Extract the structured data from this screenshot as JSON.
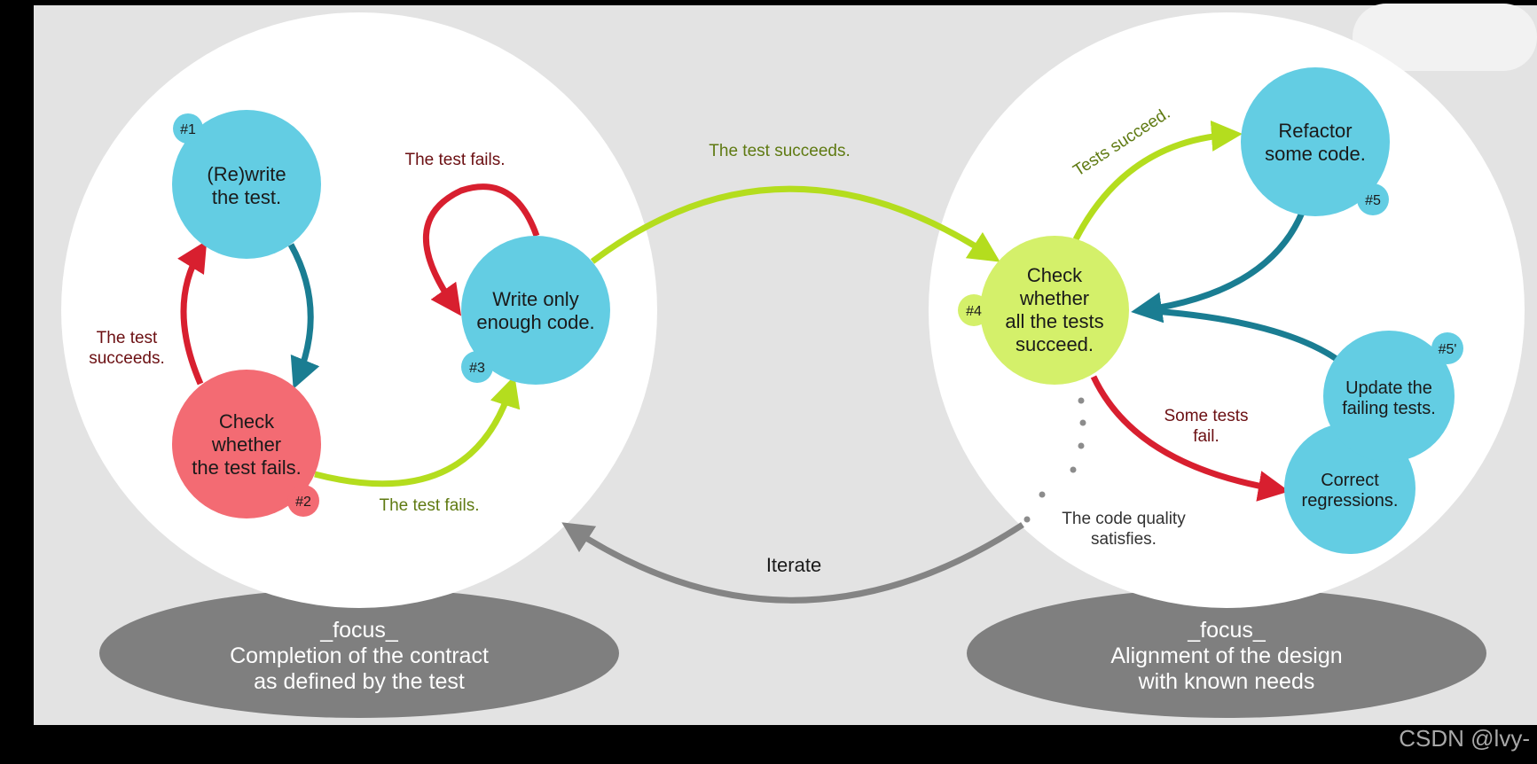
{
  "colors": {
    "background": "#000000",
    "canvas": "#e3e3e3",
    "white_zone": "#ffffff",
    "blue_node": "#63cde3",
    "red_node": "#f36b73",
    "green_node": "#d4f06a",
    "gray_ellipse": "#7f7f7f",
    "red_arrow": "#d81f2f",
    "green_arrow": "#b4dd1e",
    "teal_arrow": "#1a7d92",
    "gray_arrow": "#848484",
    "dark_red_text": "#6b0f12",
    "olive_text": "#5f7a12",
    "watermark": "#a8a8a8"
  },
  "left_zone": {
    "focus_title": "_focus_",
    "focus_line1": "Completion of the contract",
    "focus_line2": "as defined by the test"
  },
  "right_zone": {
    "focus_title": "_focus_",
    "focus_line1": "Alignment of the design",
    "focus_line2": "with known needs"
  },
  "nodes": {
    "n1": {
      "line1": "(Re)write",
      "line2": "the test.",
      "badge": "#1"
    },
    "n2": {
      "line1": "Check",
      "line2": "whether",
      "line3": "the test fails.",
      "badge": "#2"
    },
    "n3": {
      "line1": "Write only",
      "line2": "enough code.",
      "badge": "#3"
    },
    "n4": {
      "line1": "Check",
      "line2": "whether",
      "line3": "all the tests",
      "line4": "succeed.",
      "badge": "#4"
    },
    "n5": {
      "line1": "Refactor",
      "line2": "some code.",
      "badge": "#5"
    },
    "n5p": {
      "line1": "Update the",
      "line2": "failing tests.",
      "badge": "#5'"
    },
    "n6": {
      "line1": "Correct",
      "line2": "regressions."
    }
  },
  "edge_labels": {
    "test_succeeds_left_1": "The test",
    "test_succeeds_left_2": "succeeds.",
    "test_fails_loop": "The test fails.",
    "test_fails_bottom": "The test fails.",
    "test_succeeds_top": "The test succeeds.",
    "tests_succeed": "Tests succeed.",
    "some_tests_fail_1": "Some tests",
    "some_tests_fail_2": "fail.",
    "code_quality_1": "The code quality",
    "code_quality_2": "satisfies.",
    "iterate": "Iterate"
  },
  "watermark": "CSDN @lvy-"
}
